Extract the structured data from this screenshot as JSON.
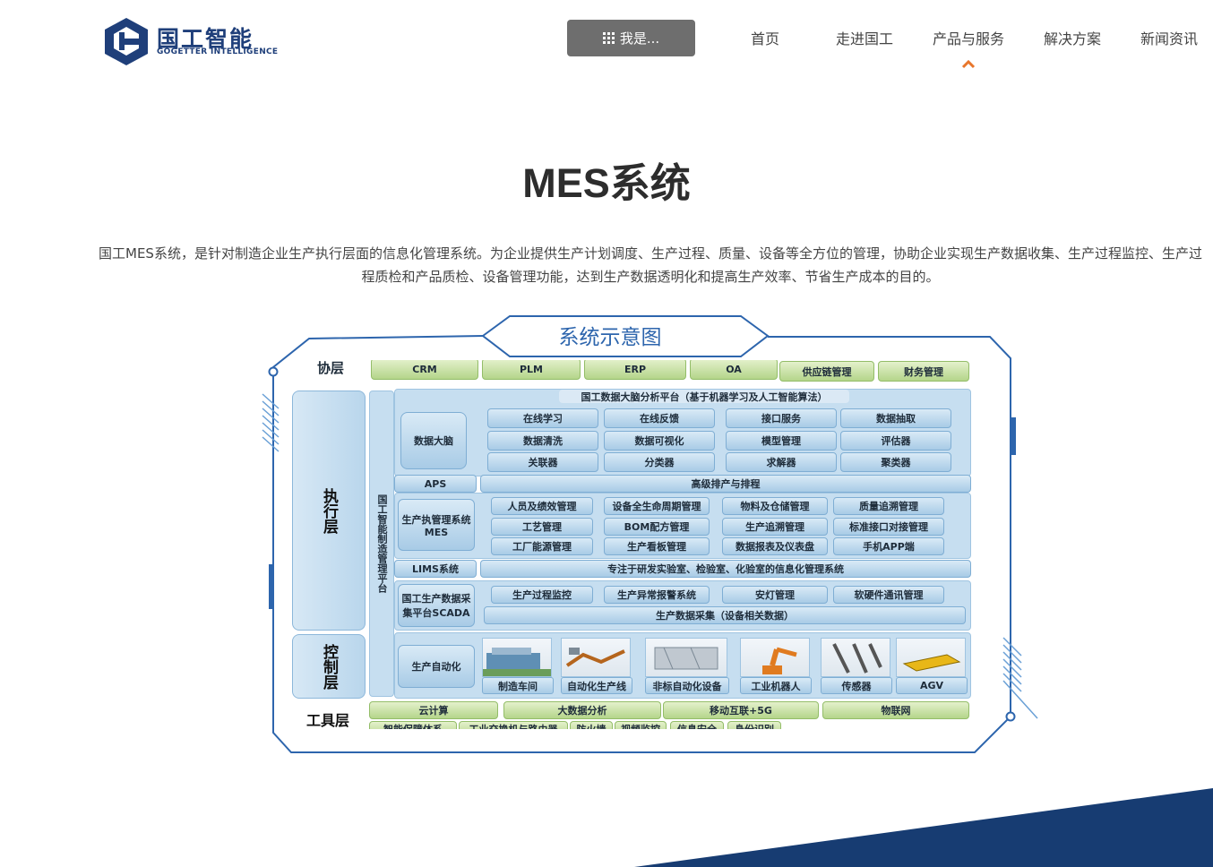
{
  "header": {
    "logo_text": "国工智能",
    "logo_subtitle": "GOGETTER INTELLIGENCE",
    "iam_button": "我是...",
    "nav": [
      "首页",
      "走进国工",
      "产品与服务",
      "解决方案",
      "新闻资讯"
    ],
    "active_nav": "产品与服务"
  },
  "main": {
    "title": "MES系统",
    "intro": "国工MES系统，是针对制造企业生产执行层面的信息化管理系统。为企业提供生产计划调度、生产过程、质量、设备等全方位的管理，协助企业实现生产数据收集、生产过程监控、生产过程质检和产品质检、设备管理功能，达到生产数据透明化和提高生产效率、节省生产成本的目的。"
  },
  "diagram": {
    "title": "系统示意图",
    "top_layer_label": "协层",
    "top_row": [
      "CRM",
      "PLM",
      "ERP",
      "OA",
      "供应链管理",
      "财务管理"
    ],
    "platform_vertical": "国工智能制造管理平台",
    "exec_layer": "执行层",
    "control_layer": "控制层",
    "tool_layer": "工具层",
    "ai_platform": "国工数据大脑分析平台（基于机器学习及人工智能算法）",
    "data_brain": "数据大脑",
    "brain_items": [
      "在线学习",
      "在线反馈",
      "接口服务",
      "数据抽取",
      "数据清洗",
      "数据可视化",
      "模型管理",
      "评估器",
      "关联器",
      "分类器",
      "求解器",
      "聚类器"
    ],
    "aps": "APS",
    "aps_desc": "高级排产与排程",
    "mes_label": "生产执管理系统MES",
    "mes_items": [
      "人员及绩效管理",
      "设备全生命周期管理",
      "物料及仓储管理",
      "质量追溯管理",
      "工艺管理",
      "BOM配方管理",
      "生产追溯管理",
      "标准接口对接管理",
      "工厂能源管理",
      "生产看板管理",
      "数据报表及仪表盘",
      "手机APP端"
    ],
    "lims": "LIMS系统",
    "lims_desc": "专注于研发实验室、检验室、化验室的信息化管理系统",
    "scada": "国工生产数据采集平台SCADA",
    "scada_items": [
      "生产过程监控",
      "生产异常报警系统",
      "安灯管理",
      "软硬件通讯管理"
    ],
    "scada_collect": "生产数据采集（设备相关数据）",
    "automation": "生产自动化",
    "devices": [
      "制造车间",
      "自动化生产线",
      "非标自动化设备",
      "工业机器人",
      "传感器",
      "AGV"
    ],
    "tools": [
      "云计算",
      "大数据分析",
      "移动互联+5G",
      "物联网"
    ],
    "tools_bottom": [
      "智能保障体系",
      "工业交换机与路由器",
      "防火墙",
      "视频监控",
      "信息安全",
      "身份识别"
    ]
  },
  "colors": {
    "brand": "#1f3f7a",
    "accent_orange": "#e8762c",
    "diagram_blue": "#2d65ad",
    "footer_navy": "#173c72"
  }
}
